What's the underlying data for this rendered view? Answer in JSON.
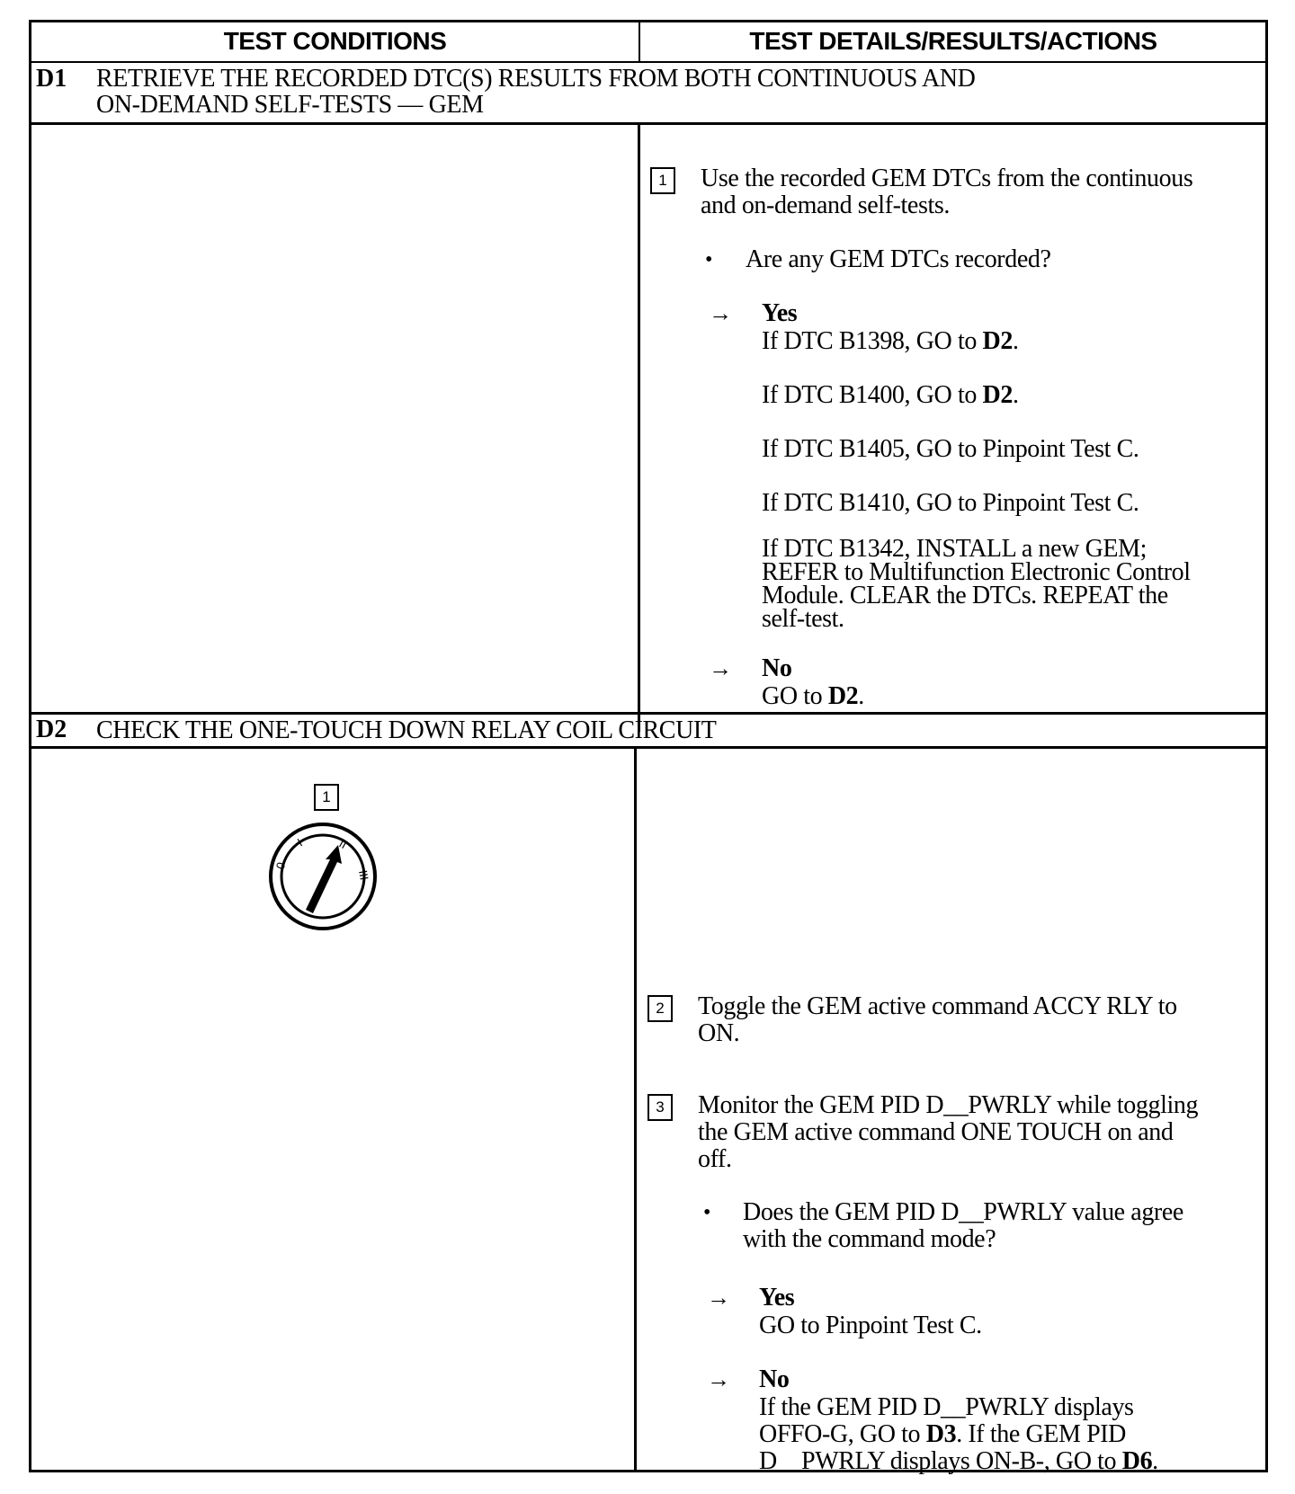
{
  "header": {
    "left": "TEST CONDITIONS",
    "right": "TEST DETAILS/RESULTS/ACTIONS"
  },
  "sections": [
    {
      "id": "D1",
      "title_line1": "RETRIEVE THE RECORDED DTC(S) RESULTS FROM BOTH CONTINUOUS AND",
      "title_line2": "ON-DEMAND SELF-TESTS — GEM",
      "step1": {
        "number": "1",
        "text_line1": "Use the recorded GEM DTCs from the continuous",
        "text_line2": "and on-demand self-tests."
      },
      "question": "Are any GEM DTCs recorded?",
      "yes": {
        "label": "Yes",
        "actions": [
          {
            "text": "If DTC B1398, GO to ",
            "target": "D2",
            "end": "."
          },
          {
            "text": "If DTC B1400, GO to ",
            "target": "D2",
            "end": "."
          },
          {
            "text": "If DTC B1405, GO to Pinpoint Test C.",
            "target": "",
            "end": ""
          },
          {
            "text": "If DTC B1410, GO to Pinpoint Test C.",
            "target": "",
            "end": ""
          }
        ],
        "final_lines": [
          "If DTC B1342, INSTALL a new GEM;",
          "REFER to Multifunction Electronic Control",
          "Module. CLEAR the DTCs. REPEAT the",
          "self-test."
        ]
      },
      "no": {
        "label": "No",
        "text": "GO to ",
        "target": "D2",
        "end": "."
      }
    },
    {
      "id": "D2",
      "title_line1": "CHECK THE ONE-TOUCH DOWN RELAY COIL CIRCUIT",
      "condition_step": "1",
      "ignition_icon": "ignition-switch-run-position-icon",
      "step2": {
        "number": "2",
        "text_line1": "Toggle the GEM active command ACCY RLY to",
        "text_line2": "ON."
      },
      "step3": {
        "number": "3",
        "text_line1": "Monitor the GEM PID D__PWRLY while toggling",
        "text_line2": "the GEM active command ONE TOUCH on and",
        "text_line3": "off."
      },
      "question_line1": "Does the GEM PID D__PWRLY value agree",
      "question_line2": "with the command mode?",
      "yes": {
        "label": "Yes",
        "text": "GO to Pinpoint Test C."
      },
      "no": {
        "label": "No",
        "line1": "If the GEM PID D__PWRLY displays",
        "line2a": "OFFO-G, GO to ",
        "line2b": "D3",
        "line2c": ". If the GEM PID",
        "line3a": "D__PWRLY displays ON-B-, GO to ",
        "line3b": "D6",
        "line3c": "."
      }
    }
  ]
}
